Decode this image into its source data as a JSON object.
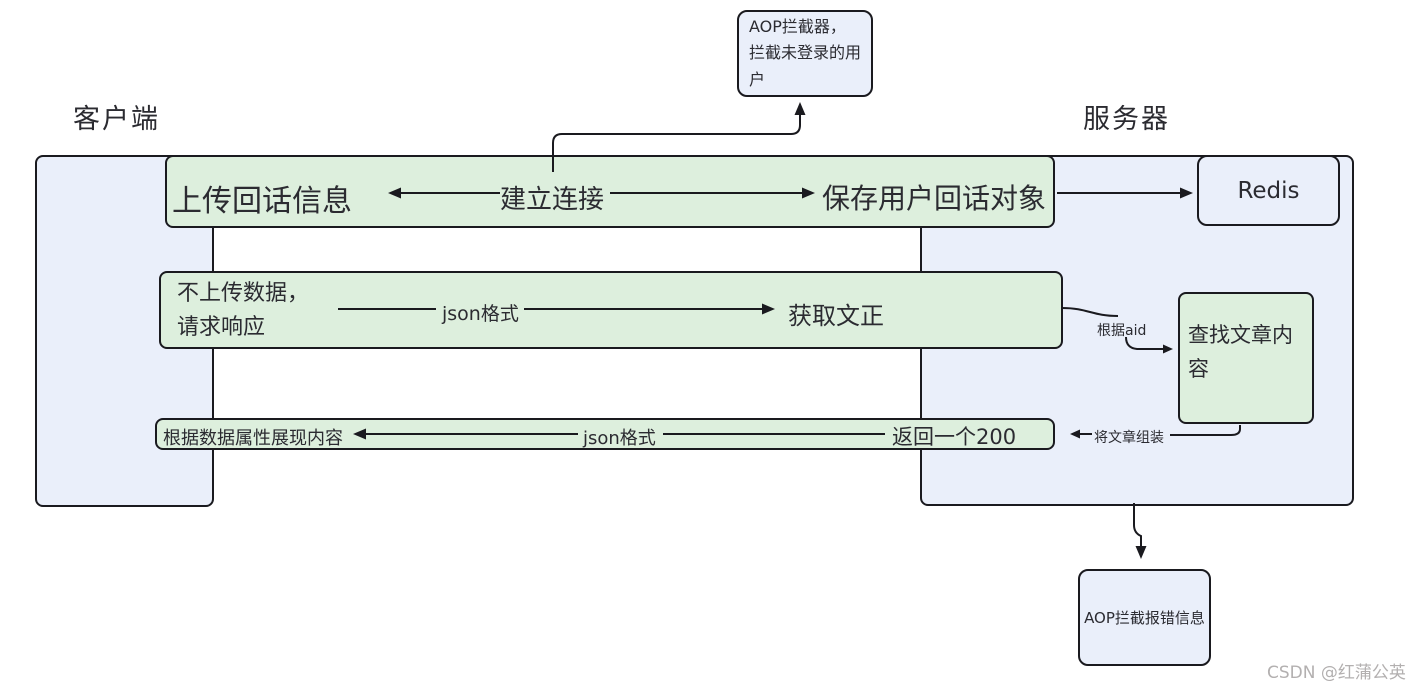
{
  "labels": {
    "client": "客户端",
    "server": "服务器"
  },
  "nodes": {
    "aop_top": "AOP拦截器，拦截未登录的用户",
    "redis": "Redis",
    "find_article": "查找文章内容",
    "aop_bottom": "AOP拦截报错信息"
  },
  "rows": {
    "row1": {
      "left": "上传回话信息",
      "mid": "建立连接",
      "right": "保存用户回话对象"
    },
    "row2": {
      "left_line1": "不上传数据，",
      "left_line2": "请求响应",
      "mid": "json格式",
      "right": "获取文正"
    },
    "row3": {
      "left": "根据数据属性展现内容",
      "mid": "json格式",
      "right": "返回一个200"
    }
  },
  "edge_labels": {
    "by_aid": "根据aid",
    "assemble": "将文章组装"
  },
  "watermark": "CSDN @红蒲公英",
  "colors": {
    "node_fill": "#eaeffa",
    "step_fill": "#ddefdd",
    "border": "#1a1a1f",
    "line": "#1a1a1f",
    "text": "#2b2b31",
    "watermark": "#b3b0b0"
  }
}
